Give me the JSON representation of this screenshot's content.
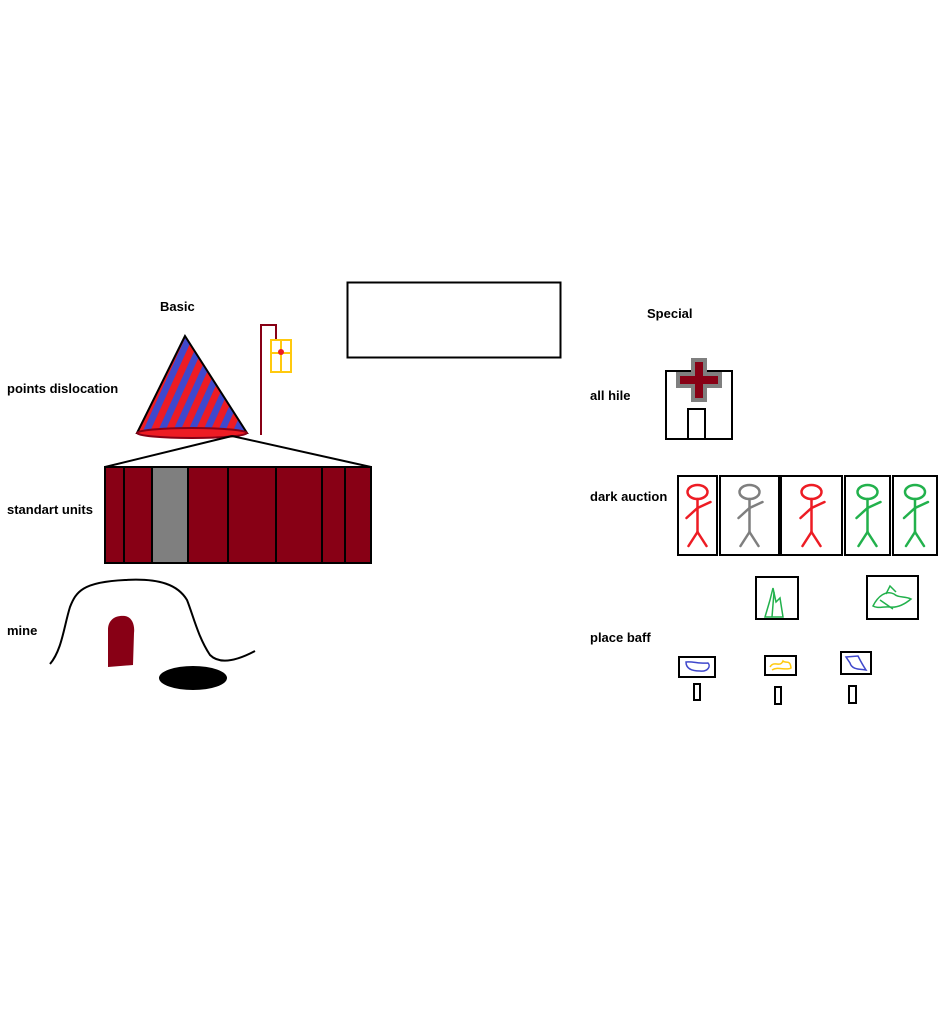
{
  "labels": {
    "basic": "Basic",
    "special": "Special",
    "points_dislocation": "points dislocation",
    "standart_units": "standart units",
    "mine": "mine",
    "all_hile": "all hile",
    "dark_auction": "dark auction",
    "place_baff": "place baff"
  },
  "colors": {
    "maroon": "#880015",
    "red": "#ed1c24",
    "blue": "#3f48cc",
    "grey": "#7f7f7f",
    "green": "#22b14c",
    "yellow": "#ffc90e",
    "black": "#000000"
  },
  "auction_figures": [
    "red",
    "grey",
    "red",
    "green",
    "green"
  ],
  "icons": {
    "tent": "striped-cone-tent-icon",
    "lamp": "hanging-lantern-icon",
    "barracks": "barracks-building-icon",
    "mine_hill": "mine-hill-icon",
    "hospital": "red-cross-hospital-icon",
    "auction_items": [
      "green-crystal-icon",
      "green-dragon-icon"
    ],
    "baff_signs": [
      "blue-sign-icon",
      "yellow-sign-icon",
      "blue-glyph-sign-icon"
    ]
  }
}
